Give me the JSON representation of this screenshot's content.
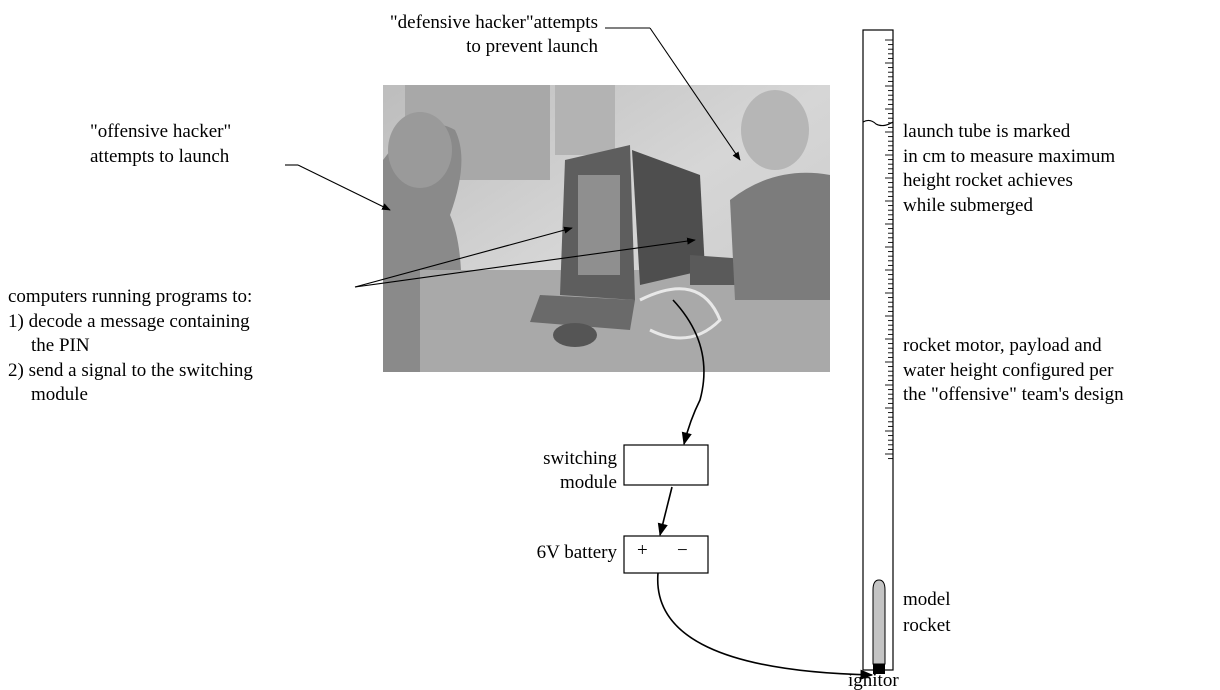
{
  "labels": {
    "defensive_line1": "\"defensive hacker\"attempts",
    "defensive_line2": "to prevent launch",
    "offensive_line1": "\"offensive hacker\"",
    "offensive_line2": "attempts to launch",
    "computers_line1": "computers running programs to:",
    "computers_line2": "1) decode a message containing",
    "computers_line3": "the PIN",
    "computers_line4": "2) send a signal to the switching",
    "computers_line5": "module",
    "switching_line1": "switching",
    "switching_line2": "module",
    "battery_label": "6V battery",
    "battery_plus": "+",
    "battery_minus": "−",
    "tube_line1": "launch tube is marked",
    "tube_line2": "in cm to measure maximum",
    "tube_line3": "height rocket achieves",
    "tube_line4": "while submerged",
    "motor_line1": "rocket motor, payload and",
    "motor_line2": "water height configured per",
    "motor_line3": "the \"offensive\" team's design",
    "rocket_line1": "model",
    "rocket_line2": "rocket",
    "ignitor": "ignitor"
  }
}
